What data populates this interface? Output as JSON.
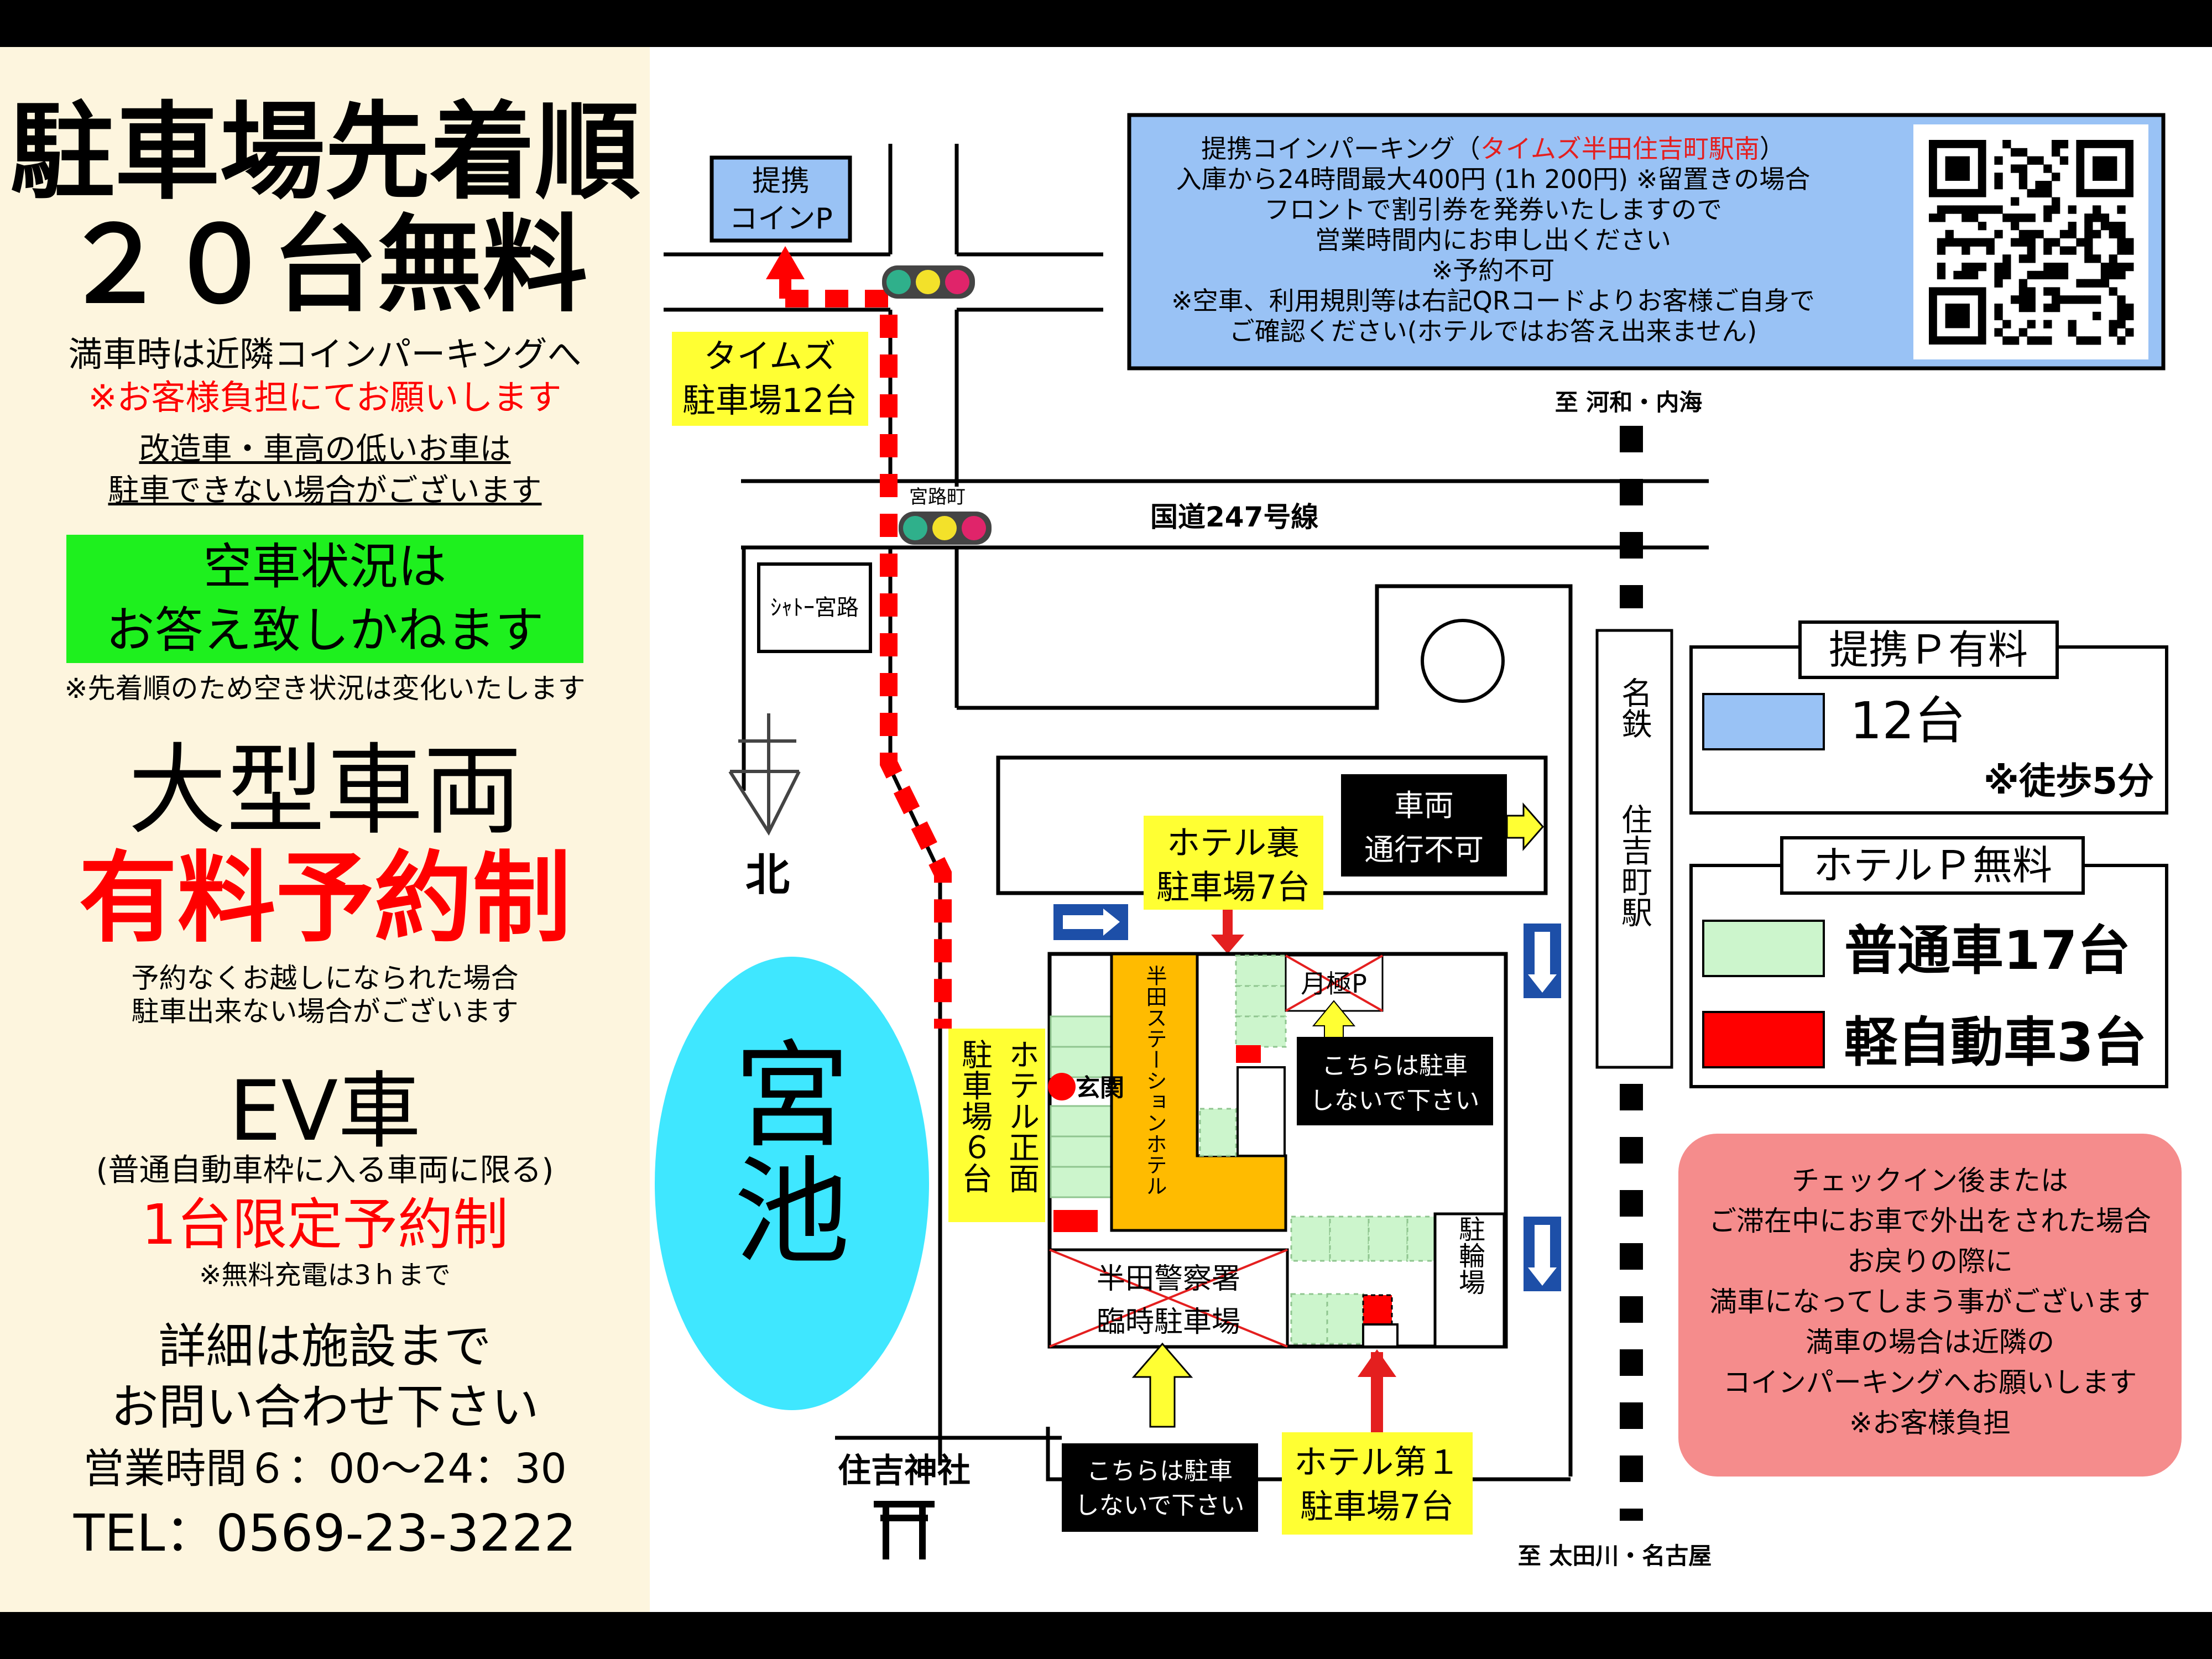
{
  "left_panel": {
    "title_line1": "駐車場先着順",
    "title_line2": "２０台無料",
    "full_line": "満車時は近隣コインパーキングへ",
    "full_burden": "※お客様負担にてお願いします",
    "modified_line1": "改造車・車高の低いお車は",
    "modified_line2": "駐車できない場合がございます",
    "vacancy_line1": "空車状況は",
    "vacancy_line2": "お答え致しかねます",
    "vacancy_note": "※先着順のため空き状況は変化いたします",
    "large_title": "大型車両",
    "large_reserve": "有料予約制",
    "large_note1": "予約なくお越しになられた場合",
    "large_note2": "駐車出来ない場合がございます",
    "ev_title": "EV車",
    "ev_sub": "(普通自動車枠に入る車両に限る)",
    "ev_reserve": "1台限定予約制",
    "ev_note": "※無料充電は3ｈまで",
    "details_line1": "詳細は施設まで",
    "details_line2": "お問い合わせ下さい",
    "hours": "営業時間６：00～24：30",
    "tel": "TEL：0569-23-3222"
  },
  "info_box": {
    "line1_prefix": "提携コインパーキング（",
    "line1_highlight": "タイムズ半田住吉町駅南",
    "line1_suffix": "）",
    "line2": "入庫から24時間最大400円 (1h 200円) ※留置きの場合",
    "line3": "フロントで割引券を発券いたしますので",
    "line4": "営業時間内にお申し出ください",
    "line5": "※予約不可",
    "line6": "※空車、利用規則等は右記QRコードよりお客様ご自身で",
    "line7": "ご確認ください(ホテルではお答え出来ません)"
  },
  "map": {
    "partner_p_line1": "提携",
    "partner_p_line2": "コインP",
    "times_line1": "タイムズ",
    "times_line2": "駐車場12台",
    "miyaji_cho": "宮路町",
    "route247": "国道247号線",
    "chateau": "ｼｬﾄｰ宮路",
    "north": "北",
    "miyaike_line1": "宮",
    "miyaike_line2": "池",
    "sumiyoshi_shrine": "住吉神社",
    "no_entry_line1": "車両",
    "no_entry_line2": "通行不可",
    "hotel_rear_line1": "ホテル裏",
    "hotel_rear_line2": "駐車場7台",
    "monthly_p": "月極P",
    "no_parking_line1": "こちらは駐車",
    "no_parking_line2": "しないで下さい",
    "hotel_name": "半田ステーションホテル",
    "entrance": "玄関",
    "hotel_front_col1": "ホテル正面",
    "hotel_front_col2": "駐車場６台",
    "police_line1": "半田警察署",
    "police_line2": "臨時駐車場",
    "bicycle": "駐輪場",
    "hotel_p1_line1": "ホテル第１",
    "hotel_p1_line2": "駐車場7台",
    "to_north": "至 河和・内海",
    "to_south": "至 太田川・名古屋",
    "station_line1": "名鉄",
    "station_line2": "住吉町駅"
  },
  "legend": {
    "partner_title": "提携Ｐ有料",
    "partner_count": "12台",
    "partner_walk": "※徒歩5分",
    "hotel_title": "ホテルＰ無料",
    "regular_cars": "普通車17台",
    "kei_cars": "軽自動車3台"
  },
  "notice": {
    "line1": "チェックイン後または",
    "line2": "ご滞在中にお車で外出をされた場合",
    "line3": "お戻りの際に",
    "line4": "満車になってしまう事がございます",
    "line5": "満車の場合は近隣の",
    "line6": "コインパーキングへお願いします",
    "line7": "※お客様負担"
  },
  "colors": {
    "panel_bg": "#fdf5de",
    "free_parking": "#ccf5cc",
    "partner_parking": "#99c2f5",
    "kei_parking": "#ff0000",
    "hotel": "#ffbb00",
    "pond": "#3fe7ff",
    "label_yellow": "#ffff33",
    "notice_bg": "#f58c8c",
    "vacancy_box": "#1ef01e"
  }
}
